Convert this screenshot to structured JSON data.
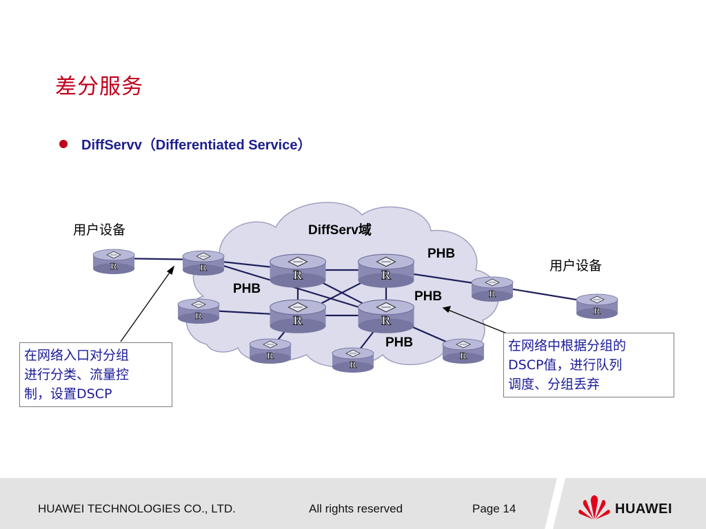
{
  "title": "差分服务",
  "bullet": "DiffServv（Differentiated Service）",
  "diagram": {
    "domain_label": "DiffServ域",
    "user_device_left": "用户设备",
    "user_device_right": "用户设备",
    "phb": "PHB",
    "router_letter": "R"
  },
  "notes": {
    "left": [
      "在网络入口对分组",
      "进行分类、流量控",
      "制，设置DSCP"
    ],
    "right": [
      "在网络中根据分组的",
      "DSCP值，进行队列",
      "调度、分组丢弃"
    ]
  },
  "footer": {
    "company": "HUAWEI TECHNOLOGIES CO., LTD.",
    "rights": "All rights reserved",
    "page": "Page 14",
    "brand": "HUAWEI"
  },
  "colors": {
    "title": "#c0001c",
    "bullet_text": "#1d1d8f",
    "note_text": "#1a1a9a",
    "cloud": "#dcdcec",
    "router": "#8e8eb8",
    "link": "#1e1e5a",
    "logo": "#e0001b"
  },
  "icons": {
    "bullet": "bullet-dot",
    "router": "router-icon",
    "logo": "huawei-logo-icon"
  }
}
